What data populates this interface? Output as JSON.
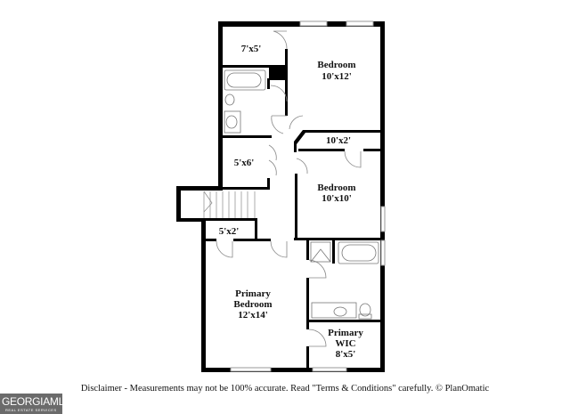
{
  "rooms": {
    "closet_top": {
      "size": "7'x5'"
    },
    "bedroom_1": {
      "name": "Bedroom",
      "size": "10'x12'"
    },
    "closet_10x2": {
      "size": "10'x2'"
    },
    "closet_5x6": {
      "size": "5'x6'"
    },
    "bedroom_2": {
      "name": "Bedroom",
      "size": "10'x10'"
    },
    "closet_5x2": {
      "size": "5'x2'"
    },
    "primary_bedroom": {
      "name_line1": "Primary",
      "name_line2": "Bedroom",
      "size": "12'x14'"
    },
    "primary_wic": {
      "name_line1": "Primary",
      "name_line2": "WIC",
      "size": "8'x5'"
    }
  },
  "disclaimer": "Disclaimer - Measurements may not be 100% accurate. Read \"Terms & Conditions\" carefully. © PlanOmatic",
  "logo": {
    "text": "GEORGIAMLS",
    "subtext": "REAL ESTATE SERVICES"
  }
}
